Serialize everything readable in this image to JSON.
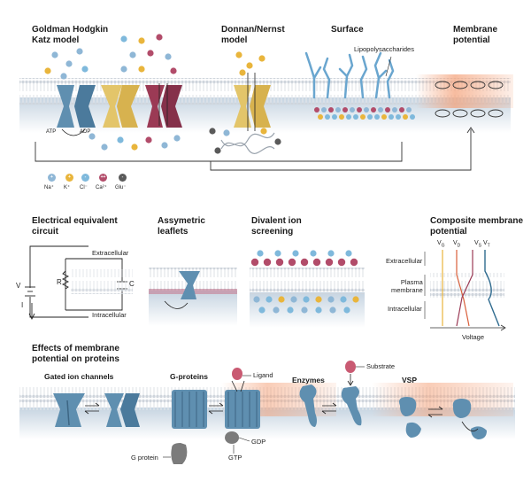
{
  "titles": {
    "ghk": "Goldman Hodgkin\nKatz model",
    "donnan": "Donnan/Nernst\nmodel",
    "surface": "Surface",
    "membrane_potential": "Membrane\npotential",
    "electrical": "Electrical equivalent\ncircuit",
    "asym": "Assymetric\nleaflets",
    "divalent": "Divalent ion\nscreening",
    "composite": "Composite membrane\npotential",
    "effects": "Effects of membrane\npotential on proteins",
    "gated": "Gated ion channels",
    "gproteins": "G-proteins",
    "enzymes": "Enzymes",
    "vsp": "VSP"
  },
  "labels": {
    "lps": "Lipopolysaccharides",
    "atp": "ATP",
    "adp": "ADP",
    "extracellular": "Extracellular",
    "intracellular": "Intracellular",
    "v": "V",
    "i": "I",
    "r": "R",
    "c": "C",
    "plasma": "Plasma\nmembrane",
    "voltage": "Voltage",
    "ligand": "Ligand",
    "substrate": "Substrate",
    "gdp": "GDP",
    "gtp": "GTP",
    "gprotein": "G protein",
    "vg": "V",
    "vg_sub": "G",
    "vd": "V",
    "vd_sub": "D",
    "vs": "V",
    "vs_sub": "S",
    "vt": "V",
    "vt_sub": "T"
  },
  "legend": [
    {
      "symbol": "+",
      "label": "Na⁺",
      "color": "#8fb7d6"
    },
    {
      "symbol": "+",
      "label": "K⁺",
      "color": "#e9b53c"
    },
    {
      "symbol": "-",
      "label": "Cl⁻",
      "color": "#7fb9dc"
    },
    {
      "symbol": "++",
      "label": "Ca²⁺",
      "color": "#b24c6a"
    },
    {
      "symbol": "-",
      "label": "Glu⁻",
      "color": "#5a5a5a"
    }
  ],
  "colors": {
    "protein_blue": "#5f8fb0",
    "protein_yellow": "#e3c56a",
    "protein_red": "#9b3a55",
    "membrane_band": "#dfe3e8",
    "cytoplasm": "#c9d6e2",
    "membrane_orange": "#f3a37a",
    "lps_blue": "#6aa6cf"
  }
}
